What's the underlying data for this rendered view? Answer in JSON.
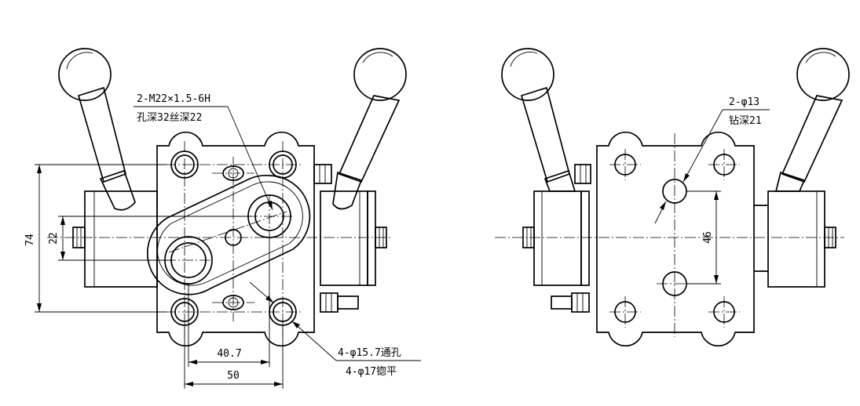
{
  "left_view": {
    "callout_top_line1": "2-M22×1.5-6H",
    "callout_top_line2": "孔深32丝深22",
    "callout_bottom_line1": "4-φ15.7通孔",
    "callout_bottom_line2": "4-φ17锪平",
    "dim_height": "74",
    "dim_small": "22",
    "dim_width1": "40.7",
    "dim_width2": "50"
  },
  "right_view": {
    "callout_line1": "2-φ13",
    "callout_line2": "钻深21",
    "dim_spacing": "46"
  }
}
